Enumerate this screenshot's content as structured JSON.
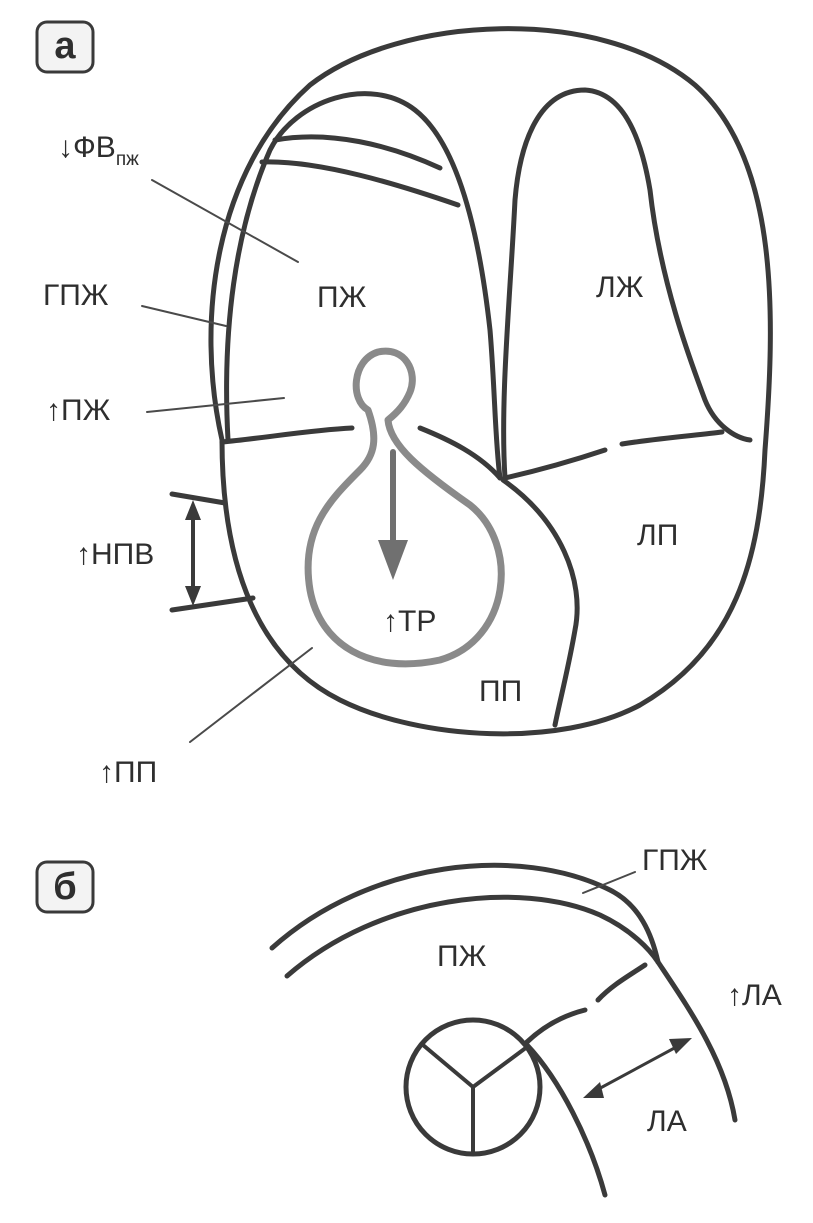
{
  "panels": {
    "a": "а",
    "b": "б"
  },
  "panel_a": {
    "lv_ef": "↓ФВ",
    "lv_ef_sub": "пж",
    "rvh": "ГПЖ",
    "rv_up": "↑ПЖ",
    "ivc_up": "↑НПВ",
    "ra_up": "↑ПП",
    "rv": "ПЖ",
    "lv": "ЛЖ",
    "la": "ЛП",
    "tr_up": "↑ТР",
    "ra": "ПП"
  },
  "panel_b": {
    "rvh": "ГПЖ",
    "rv": "ПЖ",
    "pa_up": "↑ЛА",
    "pa": "ЛА"
  },
  "colors": {
    "line": "#3a3a3a",
    "regurgitation_jet": "#8a8a8a"
  }
}
